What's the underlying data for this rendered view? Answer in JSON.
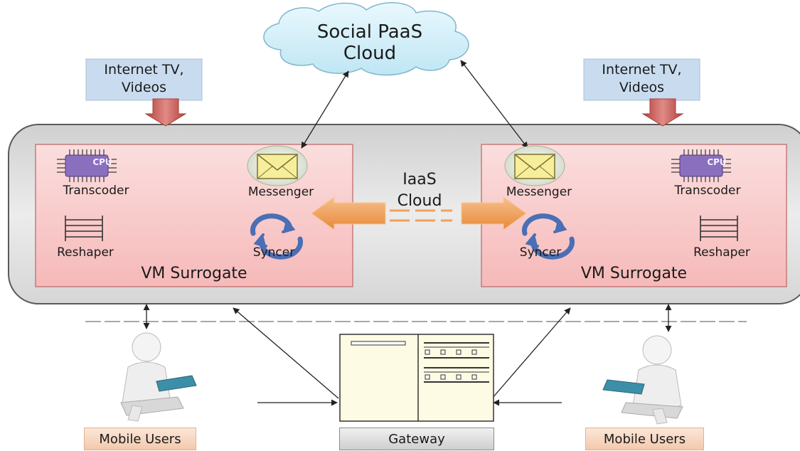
{
  "cloud": {
    "line1": "Social PaaS",
    "line2": "Cloud"
  },
  "sources": [
    {
      "line1": "Internet TV,",
      "line2": "Videos"
    },
    {
      "line1": "Internet TV,",
      "line2": "Videos"
    }
  ],
  "iaas": {
    "line1": "IaaS",
    "line2": "Cloud"
  },
  "vm_left": {
    "title": "VM Surrogate",
    "cpu_chip": "CPU",
    "transcoder": "Transcoder",
    "messenger": "Messenger",
    "reshaper": "Reshaper",
    "syncer": "Syncer"
  },
  "vm_right": {
    "title": "VM Surrogate",
    "cpu_chip": "CPU",
    "transcoder": "Transcoder",
    "messenger": "Messenger",
    "reshaper": "Reshaper",
    "syncer": "Syncer"
  },
  "bottom": {
    "mobile_left": "Mobile Users",
    "gateway": "Gateway",
    "mobile_right": "Mobile Users"
  },
  "colors": {
    "cloud_fill": "#cfeef8",
    "source_box": "#c9dcef",
    "vm_fill": "#f9c8c8",
    "iaas_container": "#e2e2e2",
    "red_arrow": "#cc5a55",
    "orange_arrow": "#f0a25b",
    "mobile_label": "#f7d8c4",
    "gateway_label": "#d9d9d9",
    "cpu_chip": "#8a6fbf",
    "messenger_envelope": "#f6ee9a",
    "syncer_arrows": "#4a6fb5"
  }
}
